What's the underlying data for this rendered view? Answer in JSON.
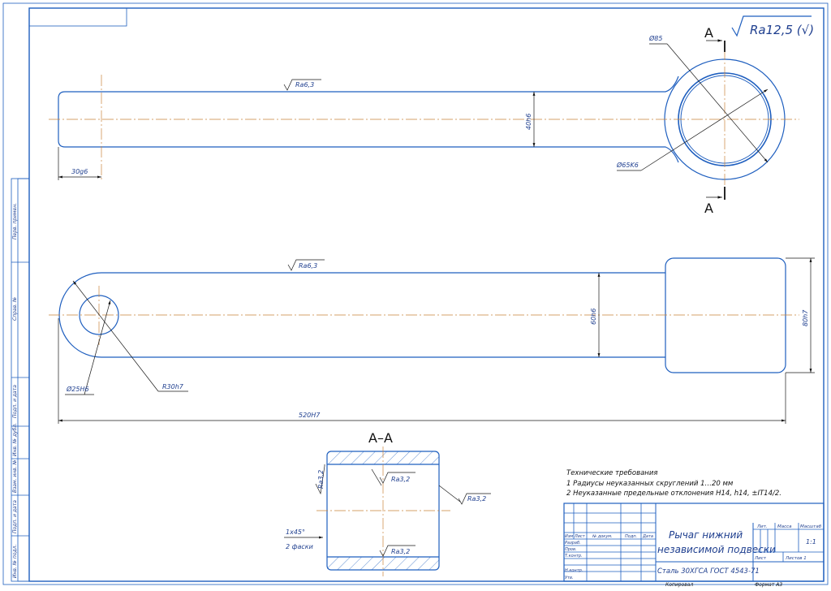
{
  "section_title": "A–A",
  "section_marks": [
    "A",
    "A"
  ],
  "general_roughness": "Ra12,5 (√)",
  "dimensions": {
    "d85": "Ø85",
    "d65": "Ø65K6",
    "h40": "40h6",
    "w30": "30g6",
    "h60": "60h6",
    "h80": "80h7",
    "d25": "Ø25H6",
    "r30": "R30h7",
    "len520": "520H7",
    "chamfer_1": "1x45°",
    "chamfer_2": "2 фаски"
  },
  "roughness": {
    "top_arm": "Ra6,3",
    "bottom_arm": "Ra6,3",
    "section_left": "Ra3,2",
    "section_top": "Ra3,2",
    "section_right": "Ra3,2",
    "section_bottom": "Ra3,2"
  },
  "tech_requirements": {
    "title": "Технические требования",
    "line1": "1 Радиусы неуказанных скруглений 1…20 мм",
    "line2": "2 Неуказанные предельные отклонения H14, h14, ±IT14/2."
  },
  "title_block": {
    "name_line1": "Рычаг нижний",
    "name_line2": "независимой подвески",
    "material": "Сталь 30ХГСА ГОСТ 4543-71",
    "lit_label": "Лит.",
    "mass_label": "Масса",
    "scale_label": "Масштаб",
    "scale_value": "1:1",
    "sheet_label": "Лист",
    "sheets_label": "Листов 1",
    "row_izm": "Изм",
    "row_list": "Лист",
    "row_doc": "№ докум.",
    "row_sign": "Подп.",
    "row_date": "Дата",
    "razrab": "Разраб.",
    "prov": "Пров.",
    "tkontr": "Т.контр.",
    "nkontr": "Н.контр.",
    "utv": "Утв."
  },
  "side_stamps": [
    "Перв. примен.",
    "Справ. №",
    "Подп. и дата",
    "Инв. № дубл.",
    "Взам. инв. №",
    "Подп. и дата",
    "Инв. № подл."
  ],
  "footer": {
    "copied": "Копировал",
    "format": "Формат  А3"
  }
}
